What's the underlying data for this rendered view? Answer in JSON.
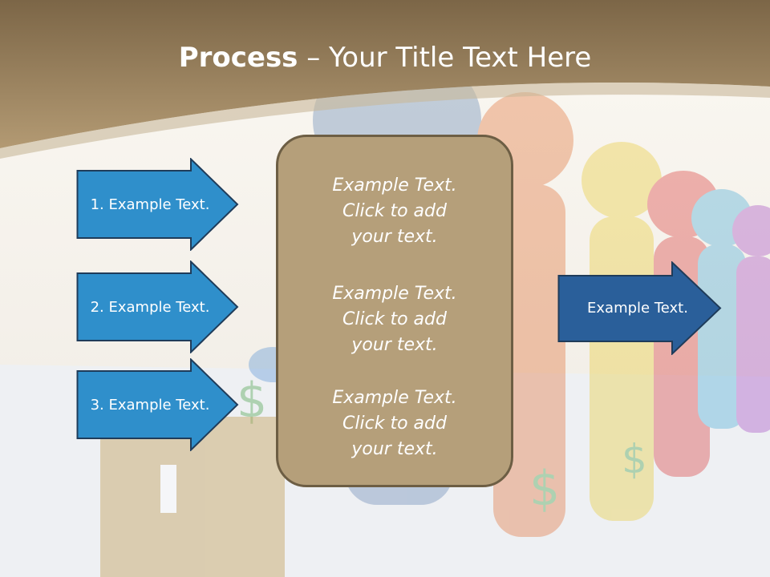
{
  "title": {
    "bold": "Process",
    "rest": " – Your Title Text Here"
  },
  "left_arrows": [
    {
      "label": "1. Example Text."
    },
    {
      "label": "2. Example Text."
    },
    {
      "label": "3. Example Text."
    }
  ],
  "center_box": {
    "blocks": [
      {
        "lines": [
          "Example Text.",
          "Click  to add",
          "your text."
        ]
      },
      {
        "lines": [
          "Example Text.",
          "Click  to add",
          "your text."
        ]
      },
      {
        "lines": [
          "Example Text.",
          "Click  to add",
          "your text."
        ]
      }
    ]
  },
  "right_arrow": {
    "label": "Example Text."
  },
  "colors": {
    "header_brown": "#8a7150",
    "box_fill": "#b59f7a",
    "box_border": "#6d5e44",
    "arrow_light_blue": "#2f8fcb",
    "arrow_dark_blue": "#2a5f9a",
    "arrow_border": "#1f3c5a"
  }
}
